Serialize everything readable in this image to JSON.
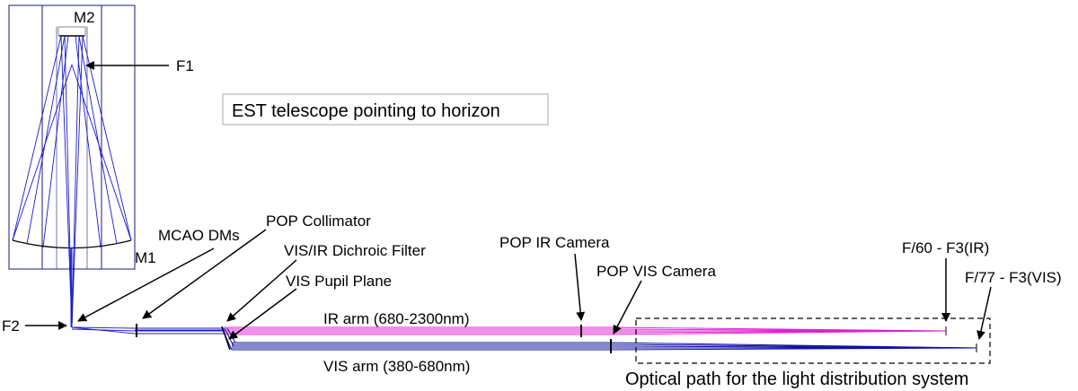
{
  "diagram": {
    "title_box": "EST telescope pointing to horizon",
    "labels": {
      "m2": "M2",
      "f1": "F1",
      "m1": "M1",
      "f2": "F2",
      "mcao": "MCAO DMs",
      "pop_collimator": "POP Collimator",
      "dichroic": "VIS/IR Dichroic Filter",
      "vis_pupil": "VIS Pupil Plane",
      "pop_ir_camera": "POP IR Camera",
      "pop_vis_camera": "POP VIS Camera",
      "f60": "F/60 - F3(IR)",
      "f77": "F/77 - F3(VIS)",
      "ir_arm": "IR arm (680-2300nm)",
      "vis_arm": "VIS arm (380-680nm)",
      "optical_path": "Optical path for the light distribution system"
    },
    "colors": {
      "rays_blue": "#1a1acc",
      "ir_magenta": "#e020d0",
      "vis_navy": "#1010a0",
      "structure": "#1a1a80",
      "box_border": "#aaaaaa"
    }
  }
}
